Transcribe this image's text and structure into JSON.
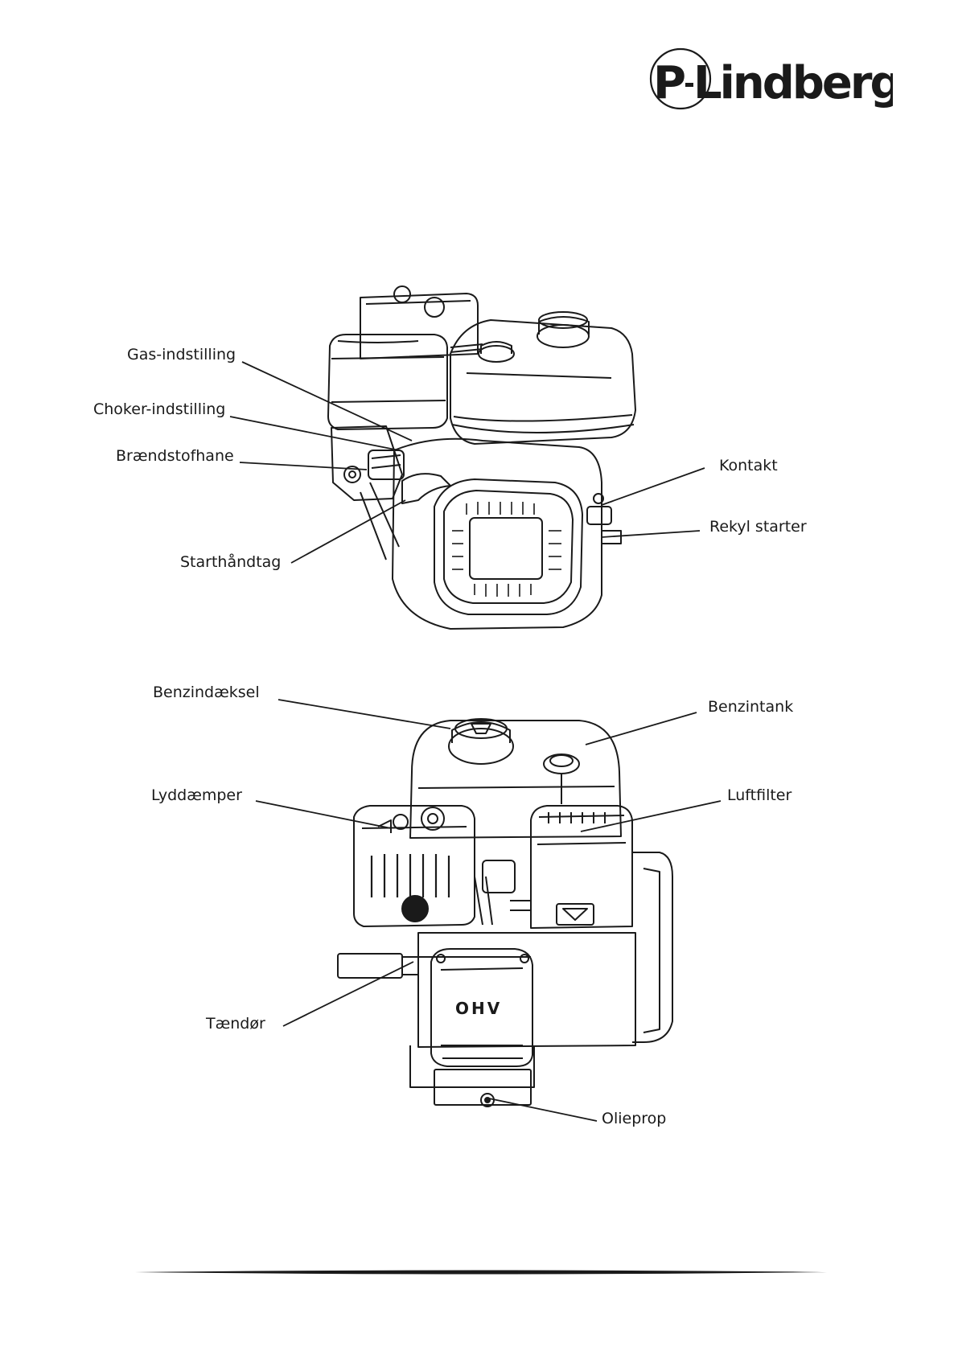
{
  "brand": {
    "name": "P-Lindberg",
    "prefix": "P",
    "suffix": "Lindberg"
  },
  "diagram1": {
    "labels": {
      "gas": "Gas-indstilling",
      "choker": "Choker-indstilling",
      "fuel_tap": "Brændstofhane",
      "start_handle": "Starthåndtag",
      "switch": "Kontakt",
      "recoil": "Rekyl starter"
    }
  },
  "diagram2": {
    "labels": {
      "fuel_cap": "Benzindæksel",
      "fuel_tank": "Benzintank",
      "muffler": "Lyddæmper",
      "air_filter": "Luftfilter",
      "spark_plug": "Tændør",
      "oil_plug": "Olieprop",
      "ohv": "OHV"
    }
  }
}
